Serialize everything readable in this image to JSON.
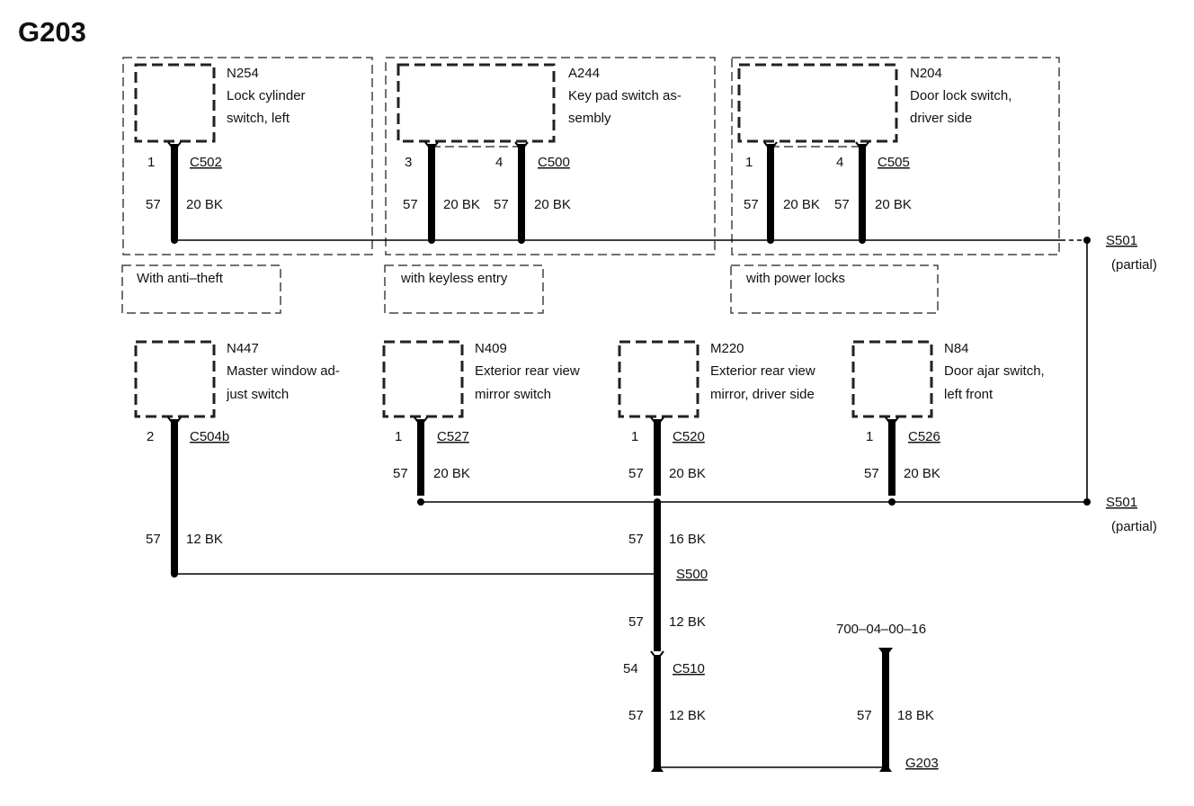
{
  "title": "G203",
  "groups": {
    "anti_theft": "With anti–theft",
    "keyless_entry": "with keyless entry",
    "power_locks": "with power locks"
  },
  "components": {
    "n254": {
      "id": "N254",
      "name_line1": "Lock cylinder",
      "name_line2": "switch, left",
      "pin": "1",
      "connector": "C502",
      "circuit": "57",
      "wire": "20 BK"
    },
    "a244": {
      "id": "A244",
      "name_line1": "Key pad switch as-",
      "name_line2": "sembly",
      "pin1": "3",
      "pin2": "4",
      "connector": "C500",
      "circuit1": "57",
      "wire1": "20 BK",
      "circuit2": "57",
      "wire2": "20 BK"
    },
    "n204": {
      "id": "N204",
      "name_line1": "Door lock switch,",
      "name_line2": "driver side",
      "pin1": "1",
      "pin2": "4",
      "connector": "C505",
      "circuit1": "57",
      "wire1": "20 BK",
      "circuit2": "57",
      "wire2": "20 BK"
    },
    "n447": {
      "id": "N447",
      "name_line1": "Master window ad-",
      "name_line2": "just switch",
      "pin": "2",
      "connector": "C504b",
      "circuit": "57",
      "wire": "12 BK"
    },
    "n409": {
      "id": "N409",
      "name_line1": "Exterior rear view",
      "name_line2": "mirror switch",
      "pin": "1",
      "connector": "C527",
      "circuit": "57",
      "wire": "20 BK"
    },
    "m220": {
      "id": "M220",
      "name_line1": "Exterior rear view",
      "name_line2": "mirror, driver side",
      "pin": "1",
      "connector": "C520",
      "circuit": "57",
      "wire": "20 BK"
    },
    "n84": {
      "id": "N84",
      "name_line1": "Door ajar switch,",
      "name_line2": "left front",
      "pin": "1",
      "connector": "C526",
      "circuit": "57",
      "wire": "20 BK"
    }
  },
  "splices": {
    "s501_top": {
      "id": "S501",
      "note": "(partial)"
    },
    "s501_mid": {
      "id": "S501",
      "note": "(partial)"
    },
    "s500": {
      "id": "S500"
    }
  },
  "trunk": {
    "seg1_circuit": "57",
    "seg1_wire": "16 BK",
    "seg2_circuit": "57",
    "seg2_wire": "12 BK",
    "c510_pin": "54",
    "c510": "C510",
    "seg3_circuit": "57",
    "seg3_wire": "12 BK"
  },
  "ground": {
    "location_ref": "700–04–00–16",
    "circuit": "57",
    "wire": "18 BK",
    "id": "G203"
  }
}
